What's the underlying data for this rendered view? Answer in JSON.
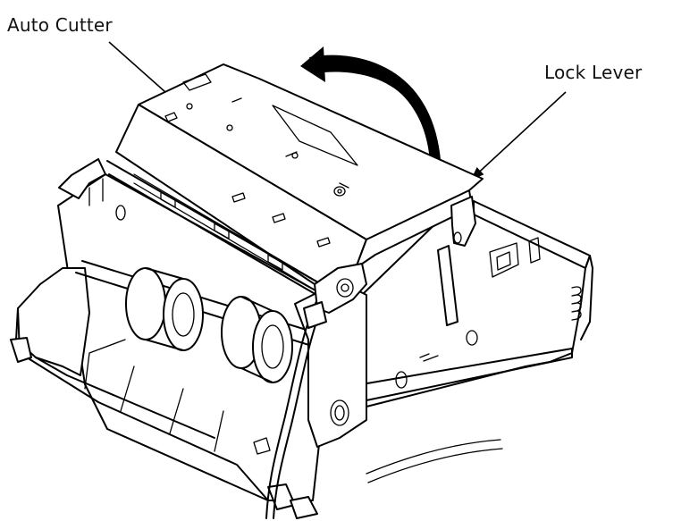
{
  "labels": {
    "auto_cutter": "Auto Cutter",
    "lock_lever": "Lock Lever"
  },
  "colors": {
    "line": "#000000",
    "background": "#ffffff"
  },
  "icons": {
    "rotation_arrow": "curved-double-arrow"
  }
}
